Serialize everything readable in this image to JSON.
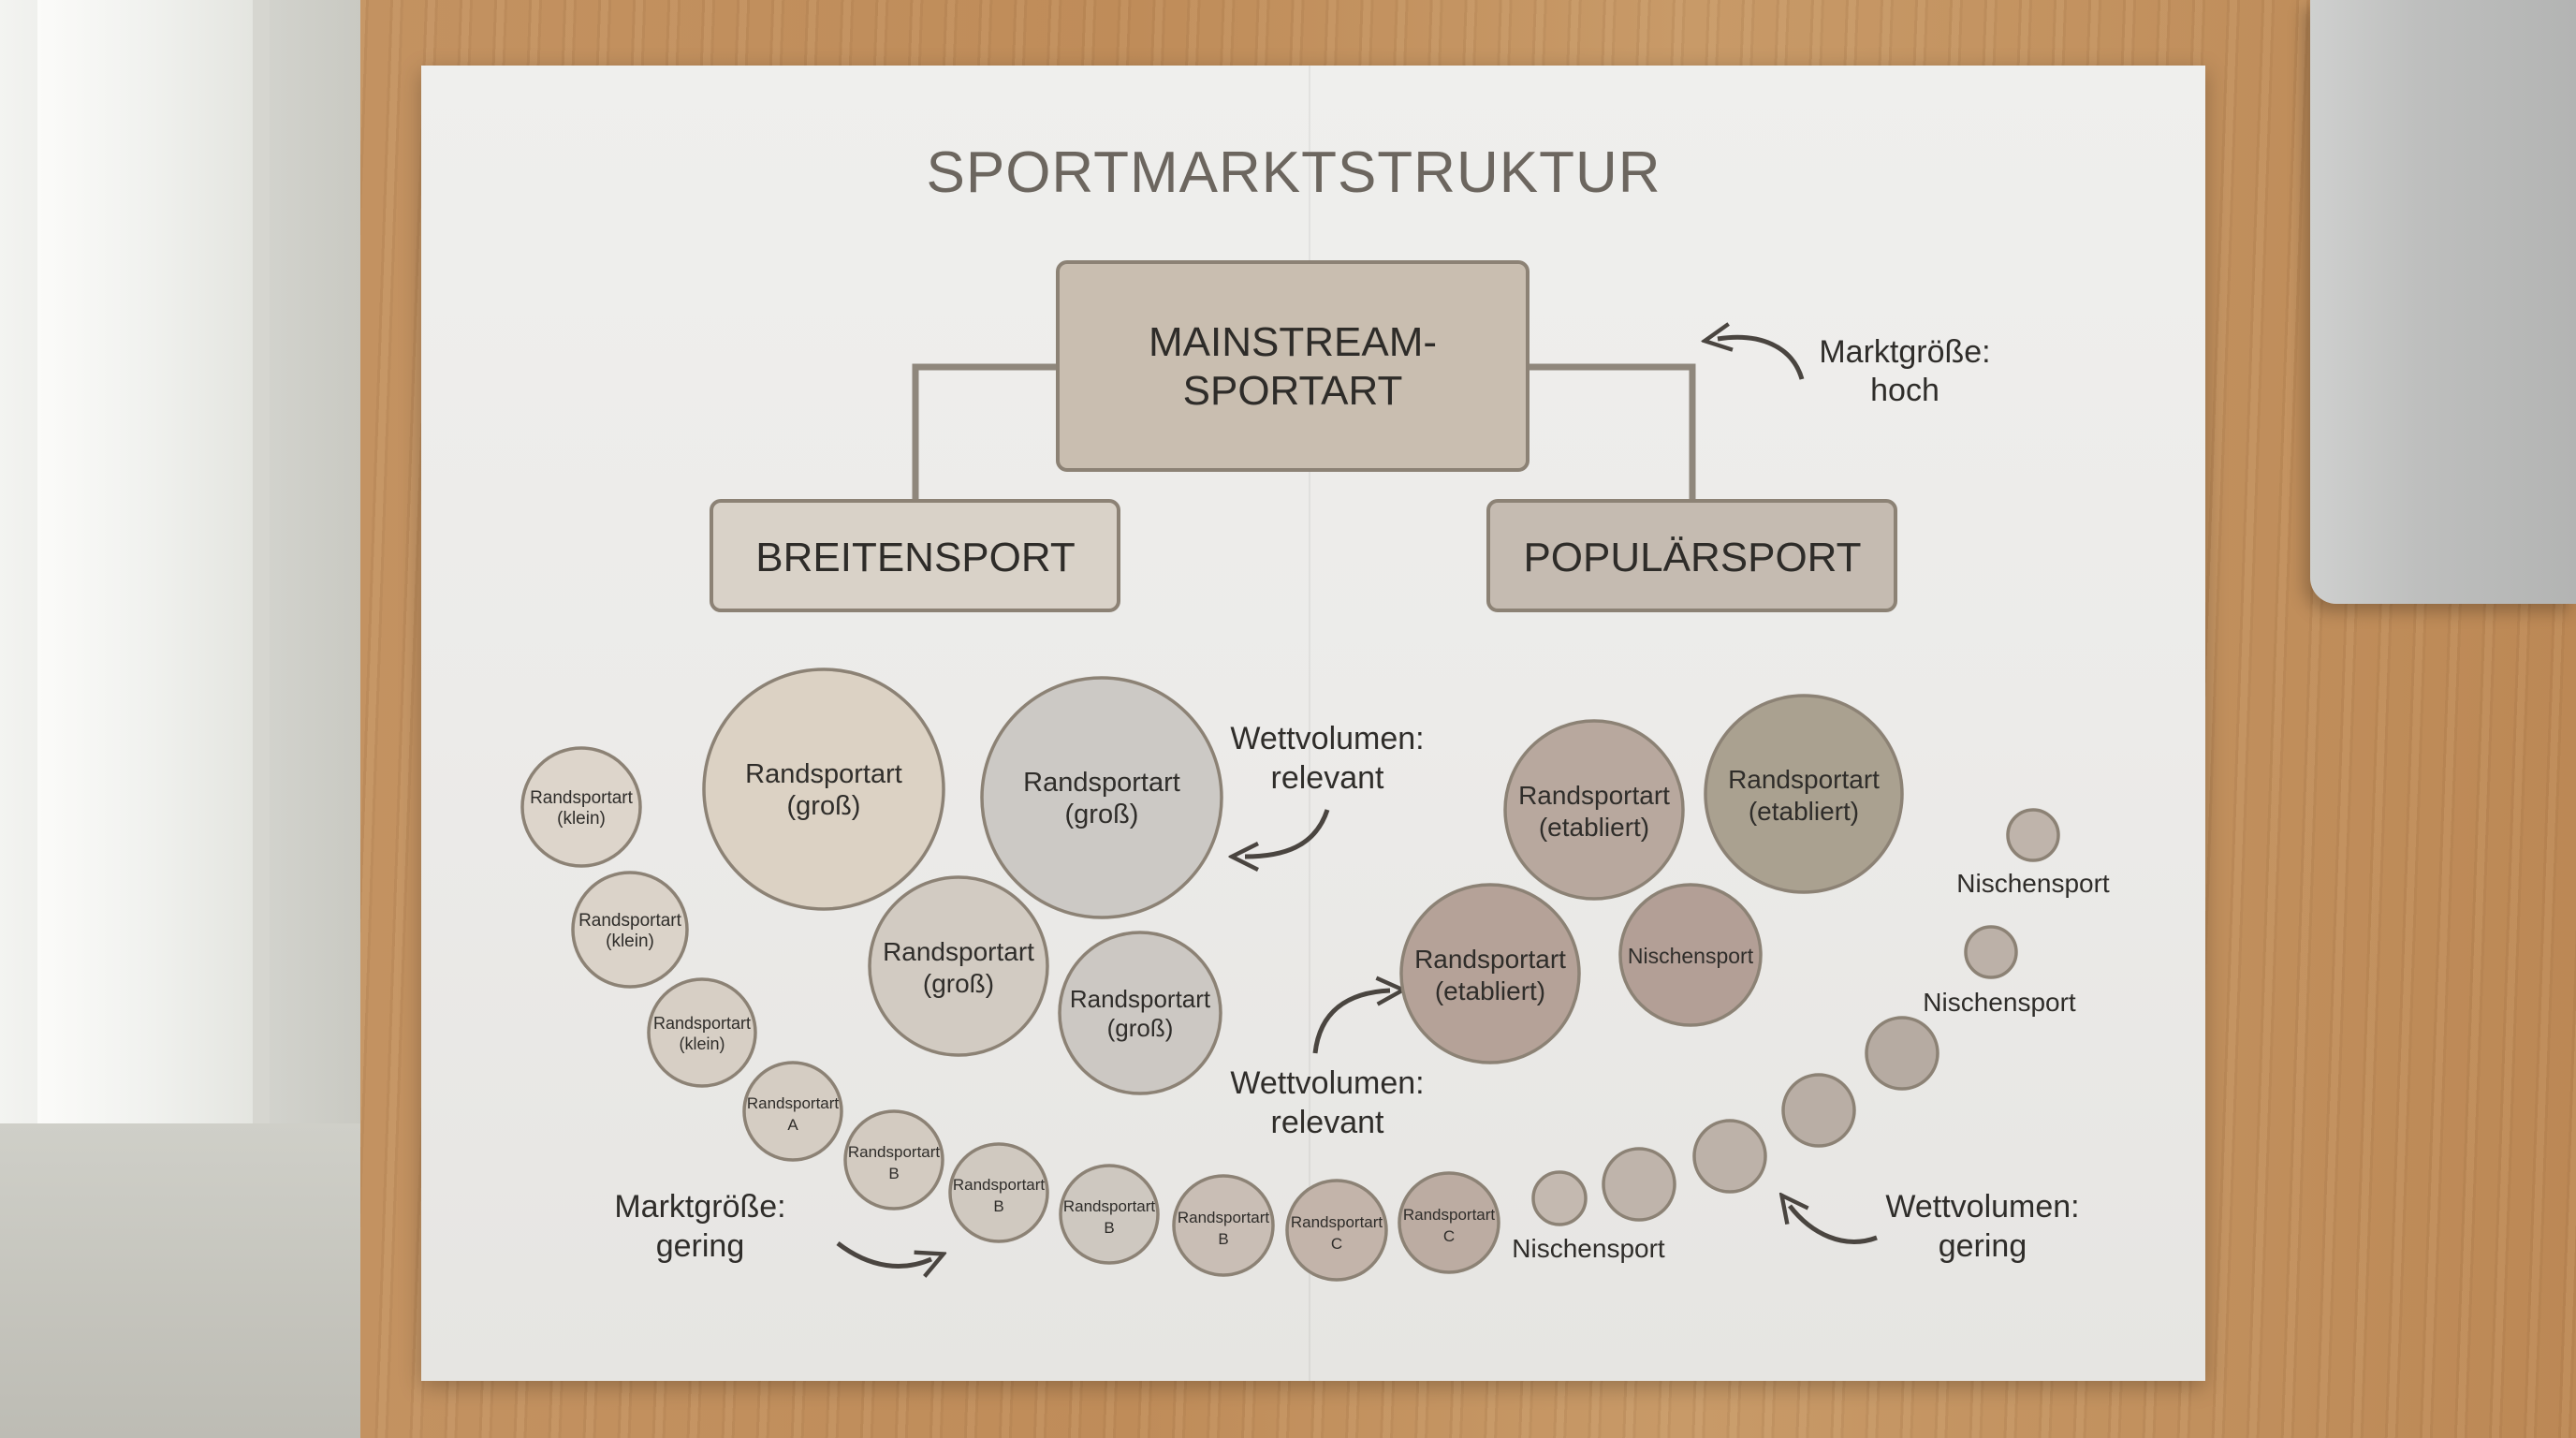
{
  "title": "SPORTMARKTSTRUKTUR",
  "boxes": {
    "mainstream": {
      "line1": "MAINSTREAM-",
      "line2": "SPORTART"
    },
    "breitensport": "BREITENSPORT",
    "popularsport": "POPULÄRSPORT"
  },
  "annotations": {
    "marktgroesse_hoch": {
      "line1": "Marktgröße:",
      "line2": "hoch"
    },
    "wettvolumen_relevant_top": {
      "line1": "Wettvolumen:",
      "line2": "relevant"
    },
    "wettvolumen_relevant_bottom": {
      "line1": "Wettvolumen:",
      "line2": "relevant"
    },
    "marktgroesse_gering": {
      "line1": "Marktgröße:",
      "line2": "gering"
    },
    "wettvolumen_gering": {
      "line1": "Wettvolumen:",
      "line2": "gering"
    }
  },
  "bubbles": {
    "klein_1": {
      "line1": "Randsportart",
      "line2": "(klein)"
    },
    "klein_2": {
      "line1": "Randsportart",
      "line2": "(klein)"
    },
    "klein_3": {
      "line1": "Randsportart",
      "line2": "(klein)"
    },
    "a": {
      "line1": "Randsportart",
      "line2": "A"
    },
    "b_1": {
      "line1": "Randsportart",
      "line2": "B"
    },
    "b_2": {
      "line1": "Randsportart",
      "line2": "B"
    },
    "b_3": {
      "line1": "Randsportart",
      "line2": "B"
    },
    "b_4": {
      "line1": "Randsportart",
      "line2": "B"
    },
    "c_1": {
      "line1": "Randsportart",
      "line2": "C"
    },
    "c_2": {
      "line1": "Randsportart",
      "line2": "C"
    },
    "gross_1": {
      "line1": "Randsportart",
      "line2": "(groß)"
    },
    "gross_2": {
      "line1": "Randsportart",
      "line2": "(groß)"
    },
    "gross_3": {
      "line1": "Randsportart",
      "line2": "(groß)"
    },
    "gross_4": {
      "line1": "Randsportart",
      "line2": "(groß)"
    },
    "etabliert_1": {
      "line1": "Randsportart",
      "line2": "(etabliert)"
    },
    "etabliert_2": {
      "line1": "Randsportart",
      "line2": "(etabliert)"
    },
    "etabliert_3": {
      "line1": "Randsportart",
      "line2": "(etabliert)"
    },
    "nischen_inner": "Nischensport"
  },
  "labels": {
    "nischensport_1": "Nischensport",
    "nischensport_2": "Nischensport",
    "nischensport_3": "Nischensport"
  },
  "colors": {
    "box_main": "#c9beb0",
    "box_left": "#d9d2c8",
    "box_right": "#c5bbb1",
    "outline": "#8c8275",
    "connector": "#8f877c"
  }
}
